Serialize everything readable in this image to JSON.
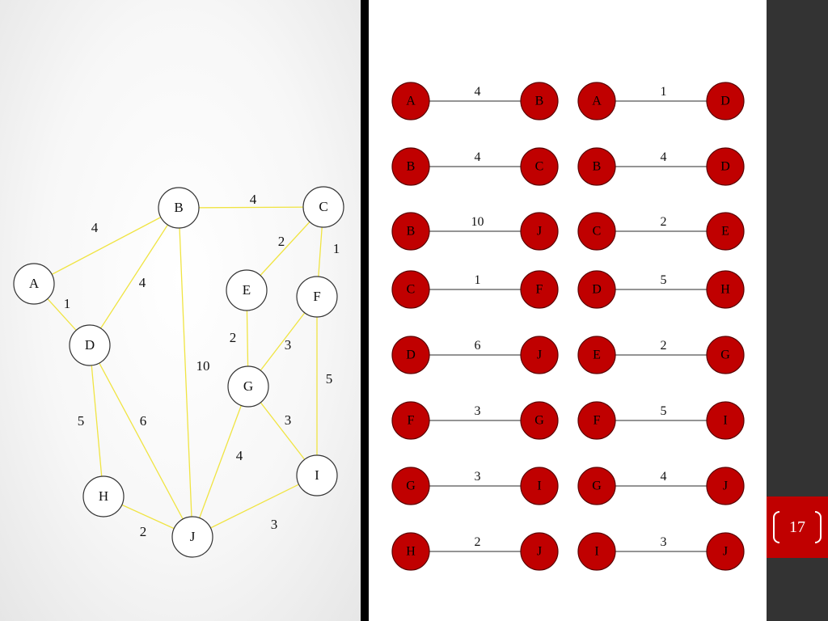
{
  "page_number": "17",
  "colors": {
    "graph_edge": "#f0e442",
    "node_fill": "#ffffff",
    "node_stroke": "#333333",
    "pair_fill": "#c00000",
    "pair_stroke": "#5a0000",
    "pair_line": "#555555",
    "sidebar": "#333333",
    "badge": "#c00000"
  },
  "graph": {
    "nodes": [
      {
        "id": "A",
        "label": "A"
      },
      {
        "id": "B",
        "label": "B"
      },
      {
        "id": "C",
        "label": "C"
      },
      {
        "id": "D",
        "label": "D"
      },
      {
        "id": "E",
        "label": "E"
      },
      {
        "id": "F",
        "label": "F"
      },
      {
        "id": "G",
        "label": "G"
      },
      {
        "id": "H",
        "label": "H"
      },
      {
        "id": "I",
        "label": "I"
      },
      {
        "id": "J",
        "label": "J"
      }
    ],
    "edges": [
      {
        "from": "A",
        "to": "B",
        "weight": "4"
      },
      {
        "from": "A",
        "to": "D",
        "weight": "1"
      },
      {
        "from": "B",
        "to": "C",
        "weight": "4"
      },
      {
        "from": "B",
        "to": "D",
        "weight": "4"
      },
      {
        "from": "B",
        "to": "J",
        "weight": "10"
      },
      {
        "from": "C",
        "to": "E",
        "weight": "2"
      },
      {
        "from": "C",
        "to": "F",
        "weight": "1"
      },
      {
        "from": "D",
        "to": "H",
        "weight": "5"
      },
      {
        "from": "D",
        "to": "J",
        "weight": "6"
      },
      {
        "from": "E",
        "to": "G",
        "weight": "2"
      },
      {
        "from": "F",
        "to": "G",
        "weight": "3"
      },
      {
        "from": "F",
        "to": "I",
        "weight": "5"
      },
      {
        "from": "G",
        "to": "I",
        "weight": "3"
      },
      {
        "from": "G",
        "to": "J",
        "weight": "4"
      },
      {
        "from": "H",
        "to": "J",
        "weight": "2"
      },
      {
        "from": "I",
        "to": "J",
        "weight": "3"
      }
    ]
  },
  "edge_list": [
    {
      "from": "A",
      "to": "B",
      "weight": "4"
    },
    {
      "from": "A",
      "to": "D",
      "weight": "1"
    },
    {
      "from": "B",
      "to": "C",
      "weight": "4"
    },
    {
      "from": "B",
      "to": "D",
      "weight": "4"
    },
    {
      "from": "B",
      "to": "J",
      "weight": "10"
    },
    {
      "from": "C",
      "to": "E",
      "weight": "2"
    },
    {
      "from": "C",
      "to": "F",
      "weight": "1"
    },
    {
      "from": "D",
      "to": "H",
      "weight": "5"
    },
    {
      "from": "D",
      "to": "J",
      "weight": "6"
    },
    {
      "from": "E",
      "to": "G",
      "weight": "2"
    },
    {
      "from": "F",
      "to": "G",
      "weight": "3"
    },
    {
      "from": "F",
      "to": "I",
      "weight": "5"
    },
    {
      "from": "G",
      "to": "I",
      "weight": "3"
    },
    {
      "from": "G",
      "to": "J",
      "weight": "4"
    },
    {
      "from": "H",
      "to": "J",
      "weight": "2"
    },
    {
      "from": "I",
      "to": "J",
      "weight": "3"
    }
  ]
}
